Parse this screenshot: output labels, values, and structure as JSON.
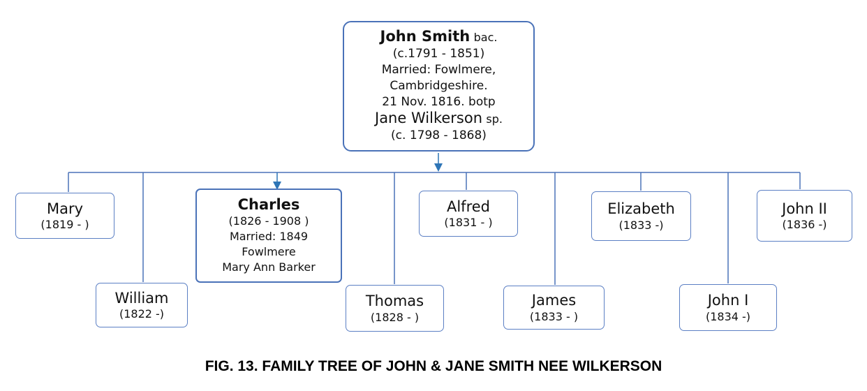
{
  "root": {
    "name": "John Smith",
    "name_suffix": "bac.",
    "dates": "(c.1791 - 1851)",
    "married_line1": "Married: Fowlmere,",
    "married_line2": "Cambridgeshire.",
    "married_line3": "21 Nov. 1816. botp",
    "spouse_name": "Jane Wilkerson",
    "spouse_suffix": "sp.",
    "spouse_dates": "(c. 1798 - 1868)"
  },
  "children": [
    {
      "name": "Mary",
      "dates": "(1819 -  )"
    },
    {
      "name": "William",
      "dates": "(1822 -)"
    },
    {
      "name": "Charles",
      "dates": "(1826 - 1908 )",
      "married": "Married: 1849",
      "place": "Fowlmere",
      "spouse": "Mary Ann Barker"
    },
    {
      "name": "Thomas",
      "dates": "(1828 -  )"
    },
    {
      "name": "Alfred",
      "dates": "(1831 -  )"
    },
    {
      "name": "James",
      "dates": "(1833 -  )"
    },
    {
      "name": "Elizabeth",
      "dates": "(1833 -)"
    },
    {
      "name": "John I",
      "dates": "(1834 -)"
    },
    {
      "name": "John II",
      "dates": "(1836 -)"
    }
  ],
  "caption": "FIG. 13. FAMILY TREE OF JOHN & JANE SMITH NEE WILKERSON",
  "colors": {
    "line": "#4a72b8",
    "arrow": "#2e75b6",
    "border": "#5b7fc4"
  }
}
